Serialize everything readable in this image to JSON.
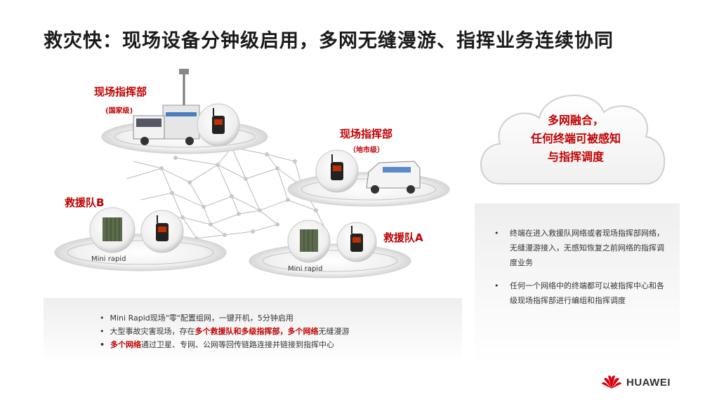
{
  "title": "救灾快：现场设备分钟级启用，多网无缝漫游、指挥业务连续协同",
  "diagram": {
    "hq_national": {
      "title": "现场指挥部",
      "sub": "(国家级)"
    },
    "hq_city": {
      "title": "现场指挥部",
      "sub": "（地市级）"
    },
    "team_b": {
      "label": "救援队B",
      "device": "Mini rapid"
    },
    "team_a": {
      "label": "救援队A",
      "device": "Mini rapid"
    }
  },
  "bottom_bullets": {
    "item1": "Mini Rapid现场\"零\"配置组网，一键开机，5分钟启用",
    "item2_pre": "大型事故灾害现场，存在",
    "item2_hl": "多个救援队和多级指挥部，多个网络",
    "item2_post": "无缝漫游",
    "item3_hl": "多个网络",
    "item3_post": "通过卫星、专网、公网等回传链路连接并链接到指挥中心"
  },
  "cloud": {
    "line1": "多网融合，",
    "line2": "任何终端可被感知",
    "line3": "与指挥调度"
  },
  "right_bullets": {
    "item1": "终端在进入救援队网络或者现场指挥部网络，无缝漫游接入，无感知恢复之前网络的指挥调度业务",
    "item2": "任何一个网络中的终端都可以被指挥中心和各级现场指挥部进行编组和指挥调度"
  },
  "logo": {
    "text": "HUAWEI",
    "icon": "huawei-flower-icon"
  },
  "colors": {
    "accent": "#c00000",
    "text": "#333333"
  }
}
